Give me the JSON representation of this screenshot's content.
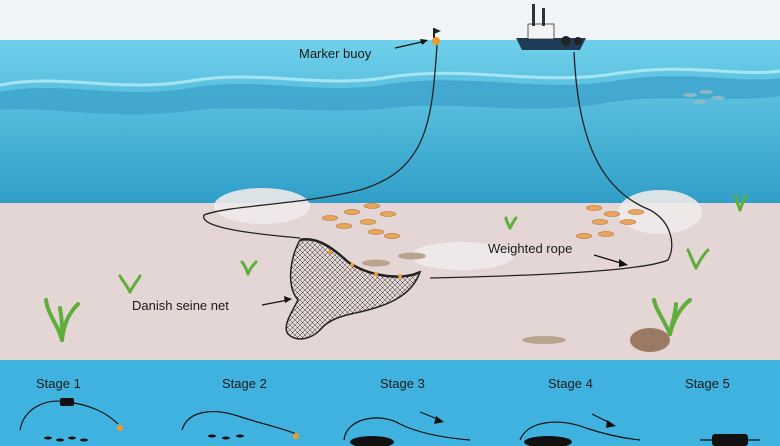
{
  "labels": {
    "marker_buoy": "Marker buoy",
    "weighted_rope": "Weighted rope",
    "danish_seine_net": "Danish seine net"
  },
  "stages": [
    "Stage 1",
    "Stage 2",
    "Stage 3",
    "Stage 4",
    "Stage 5"
  ],
  "colors": {
    "sky": "#f2f5f7",
    "sea_surface": "#5ec6e4",
    "deep_water": "#3aa8cf",
    "seabed": "#e5d6d6",
    "stage_band": "#3fb2e0",
    "seaweed": "#5fae3a",
    "rope": "#222222"
  }
}
